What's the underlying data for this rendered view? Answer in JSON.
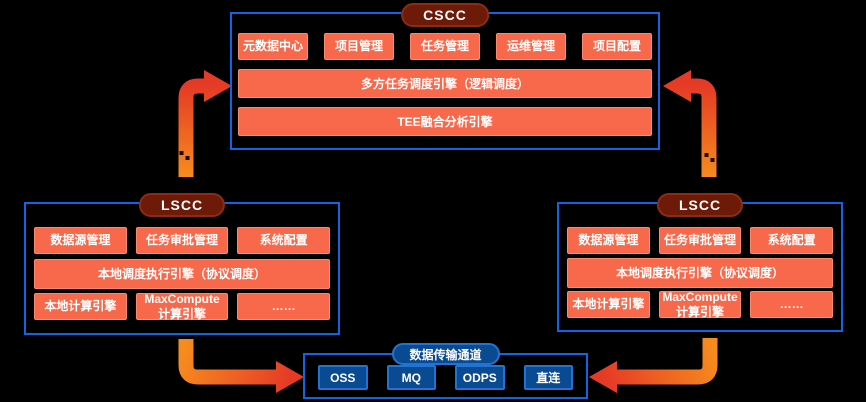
{
  "colors": {
    "background": "#000000",
    "panel_border": "#0f65e6",
    "module_fill": "#f8694b",
    "module_border": "#fa8a6d",
    "badge_red_fill": "#6d1a08",
    "badge_red_border": "#8d2c14",
    "badge_blue_fill": "#0a4a90",
    "badge_blue_border": "#2374d2",
    "arrow_orange": "#f78c1e",
    "arrow_red": "#e53b26",
    "text": "#ffffff"
  },
  "cscc": {
    "badge": "CSCC",
    "modules": [
      "元数据中心",
      "项目管理",
      "任务管理",
      "运维管理",
      "项目配置"
    ],
    "bars": [
      "多方任务调度引擎（逻辑调度）",
      "TEE融合分析引擎"
    ]
  },
  "lscc_left": {
    "badge": "LSCC",
    "modules": [
      "数据源管理",
      "任务审批管理",
      "系统配置"
    ],
    "engine_bar": "本地调度执行引擎（协议调度）",
    "compute_engines": {
      "local": "本地计算引擎",
      "maxcompute_line1": "MaxCompute",
      "maxcompute_line2": "计算引擎",
      "more": "……"
    }
  },
  "lscc_right": {
    "badge": "LSCC",
    "modules": [
      "数据源管理",
      "任务审批管理",
      "系统配置"
    ],
    "engine_bar": "本地调度执行引擎（协议调度）",
    "compute_engines": {
      "local": "本地计算引擎",
      "maxcompute_line1": "MaxCompute",
      "maxcompute_line2": "计算引擎",
      "more": "……"
    }
  },
  "channel": {
    "badge": "数据传输通道",
    "options": [
      "OSS",
      "MQ",
      "ODPS",
      "直连"
    ]
  }
}
